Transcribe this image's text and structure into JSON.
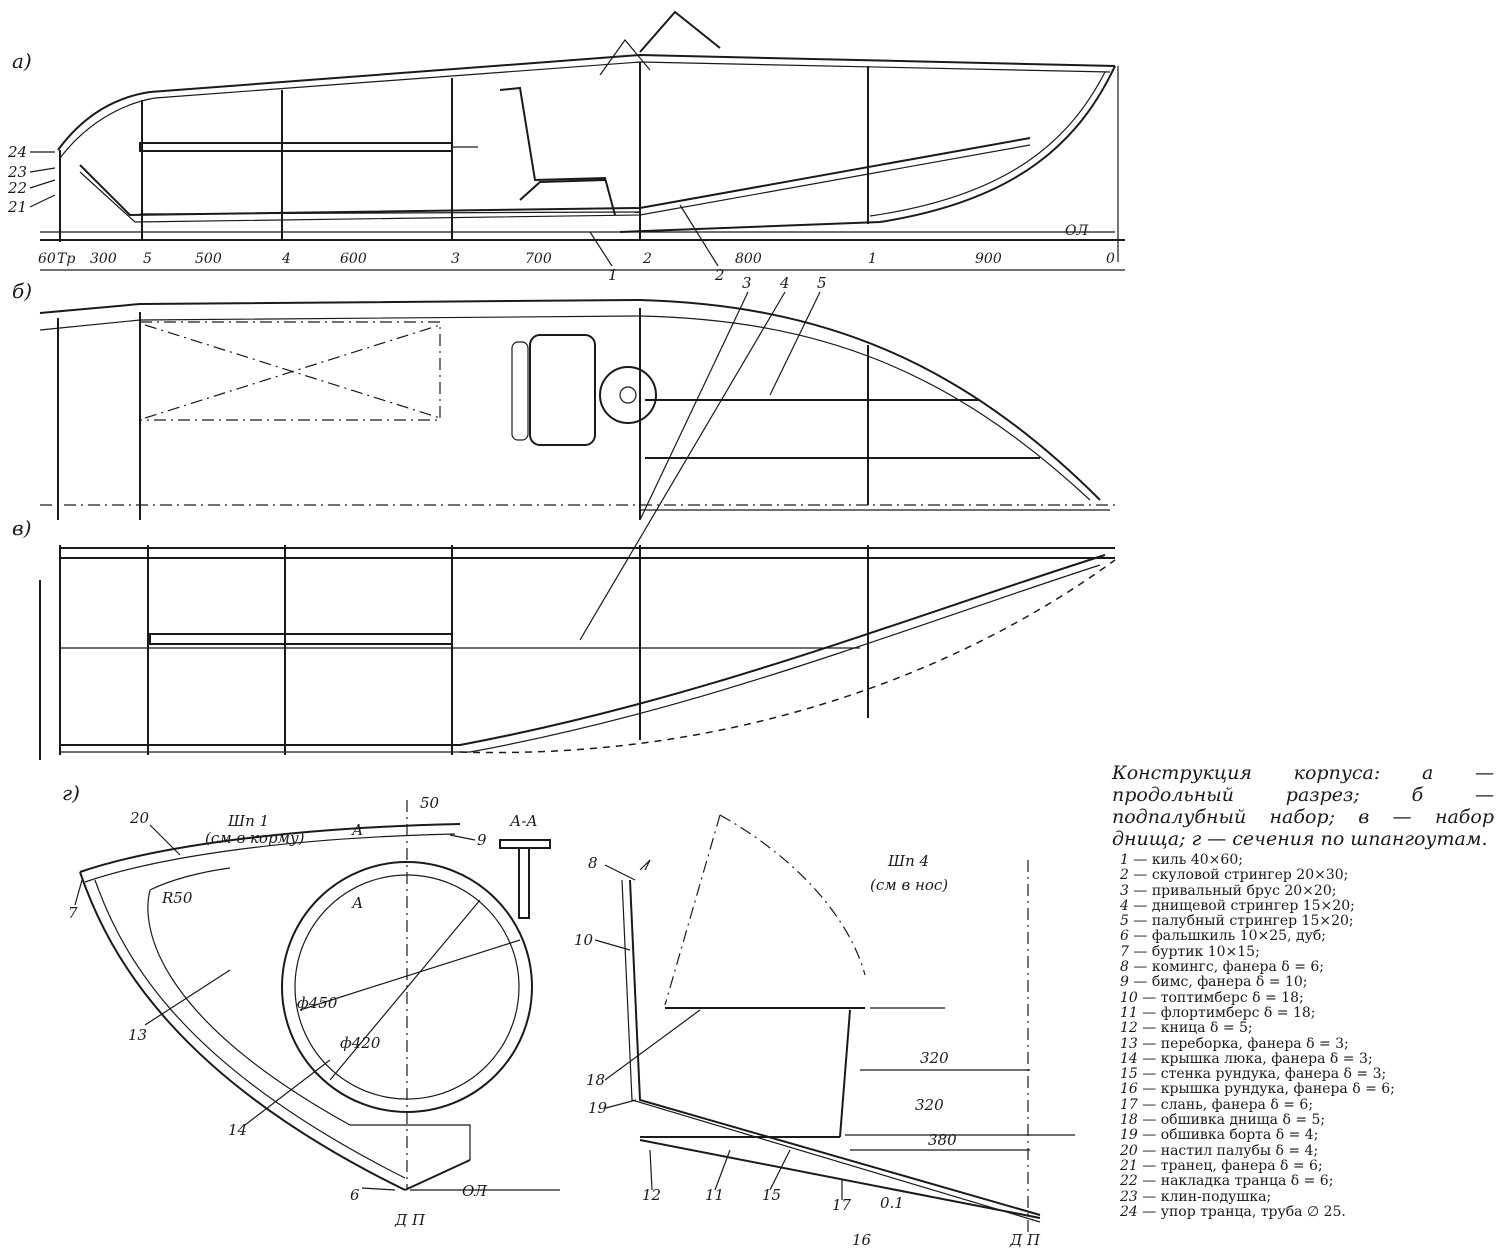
{
  "views": {
    "a": "а)",
    "b": "б)",
    "v": "в)",
    "g": "г)"
  },
  "view_a": {
    "dimensions": [
      "60",
      "Тр",
      "300",
      "5",
      "500",
      "4",
      "600",
      "3",
      "700",
      "2",
      "800",
      "1",
      "900",
      "0"
    ],
    "baseline": "ОЛ",
    "callouts": [
      "24",
      "23",
      "22",
      "21",
      "1",
      "2"
    ]
  },
  "top_callouts": [
    "3",
    "4",
    "5"
  ],
  "section_g": {
    "frame1_title": "Шп 1",
    "frame1_sub": "(см в корму)",
    "cut_mark": "А",
    "cut_mark2": "А",
    "cut_label": "А-А",
    "dim_50": "50",
    "radius": "R50",
    "dia1": "ф450",
    "dia2": "ф420",
    "center_mark": "Д П",
    "baseline": "ОЛ",
    "callouts_left": [
      "20",
      "7",
      "13",
      "14",
      "6",
      "9"
    ],
    "frame4_title": "Шп 4",
    "frame4_sub": "(см в нос)",
    "dim_320a": "320",
    "dim_320b": "320",
    "dim_380": "380",
    "dim_01": "0.1",
    "center_mark2": "Д П",
    "callouts_right": [
      "8",
      "10",
      "18",
      "19",
      "12",
      "11",
      "15",
      "17",
      "16"
    ]
  },
  "caption": "Конструкция корпуса: а — продольный разрез; б — подпалубный набор; в — набор днища; г — сечения по шпангоутам.",
  "legend": [
    {
      "n": "1",
      "t": "— киль 40×60;"
    },
    {
      "n": "2",
      "t": "— скуловой стрингер 20×30;"
    },
    {
      "n": "3",
      "t": "— привальный брус 20×20;"
    },
    {
      "n": "4",
      "t": "— днищевой стрингер 15×20;"
    },
    {
      "n": "5",
      "t": "— палубный стрингер 15×20;"
    },
    {
      "n": "6",
      "t": "— фальшкиль 10×25, дуб;"
    },
    {
      "n": "7",
      "t": "— буртик 10×15;"
    },
    {
      "n": "8",
      "t": "— комингс, фанера δ = 6;"
    },
    {
      "n": "9",
      "t": "— бимс, фанера δ = 10;"
    },
    {
      "n": "10",
      "t": "— топтимберс δ = 18;"
    },
    {
      "n": "11",
      "t": "— флортимберс δ = 18;"
    },
    {
      "n": "12",
      "t": "— кница δ = 5;"
    },
    {
      "n": "13",
      "t": "— переборка, фанера δ = 3;"
    },
    {
      "n": "14",
      "t": "— крышка люка, фанера δ = 3;"
    },
    {
      "n": "15",
      "t": "— стенка рундука, фанера δ = 3;"
    },
    {
      "n": "16",
      "t": "— крышка рундука, фанера δ = 6;"
    },
    {
      "n": "17",
      "t": "— слань, фанера δ = 6;"
    },
    {
      "n": "18",
      "t": "— обшивка днища δ = 5;"
    },
    {
      "n": "19",
      "t": "— обшивка борта δ = 4;"
    },
    {
      "n": "20",
      "t": "— настил палубы δ = 4;"
    },
    {
      "n": "21",
      "t": "— транец, фанера δ = 6;"
    },
    {
      "n": "22",
      "t": "— накладка транца δ = 6;"
    },
    {
      "n": "23",
      "t": "— клин-подушка;"
    },
    {
      "n": "24",
      "t": "— упор транца, труба ∅ 25."
    }
  ]
}
